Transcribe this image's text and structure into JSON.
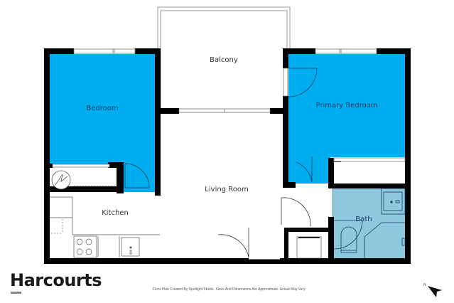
{
  "brand": {
    "name": "Harcourts"
  },
  "disclaimer": "Floor Plan Created By Spotlight Studio. Sizes And Dimensions Are Approximate. Actual May Vary",
  "colors": {
    "bedroom_fill": "#00adef",
    "bath_fill": "#8ec8de",
    "wall": "#000000",
    "label_bedroom": "#0a3d66",
    "label_default": "#333333"
  },
  "rooms": [
    {
      "name": "Balcony"
    },
    {
      "name": "Bedroom"
    },
    {
      "name": "Primary Bedroom"
    },
    {
      "name": "Living Room"
    },
    {
      "name": "Kitchen"
    },
    {
      "name": "Bath"
    }
  ],
  "compass": {
    "label": "N"
  }
}
